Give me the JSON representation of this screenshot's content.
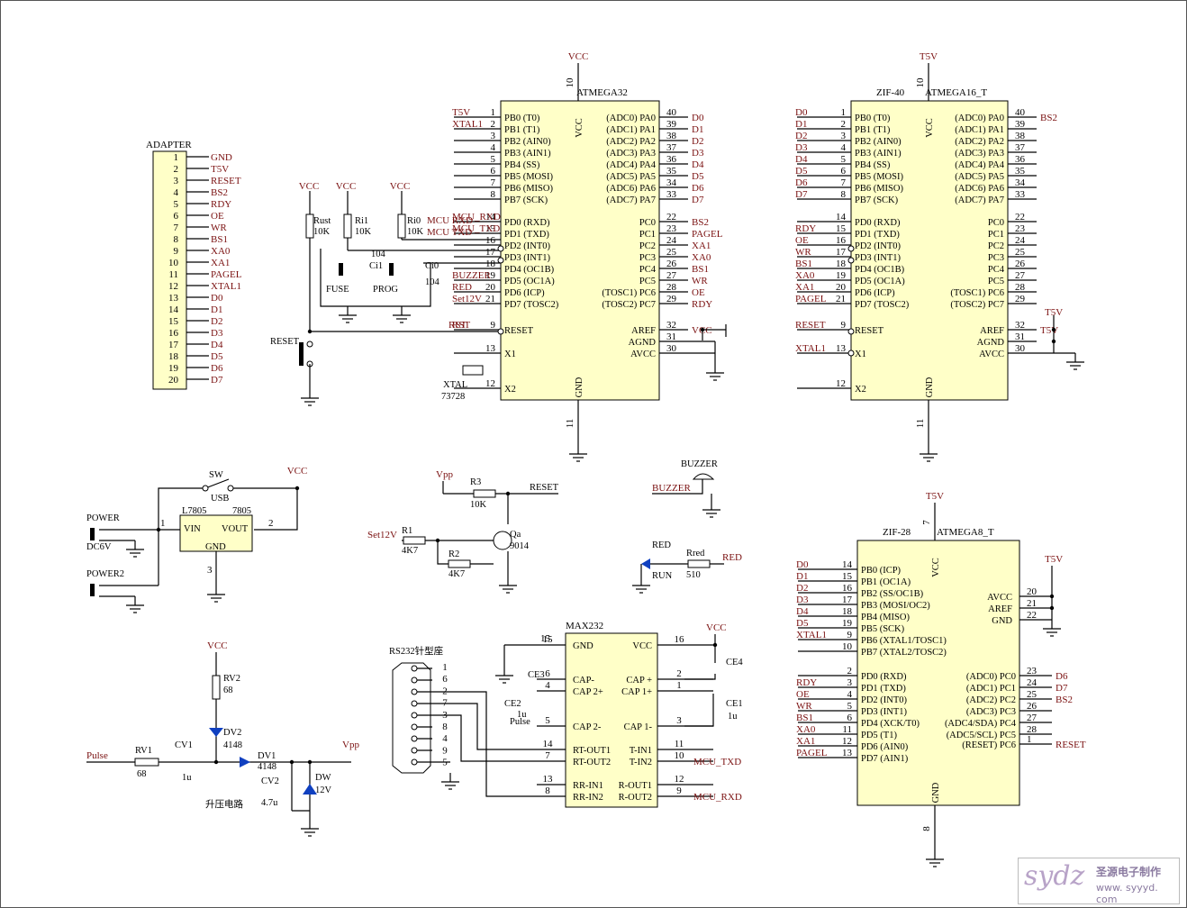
{
  "adapter": {
    "title": "ADAPTER",
    "pins": [
      {
        "n": "1",
        "s": "GND"
      },
      {
        "n": "2",
        "s": "T5V"
      },
      {
        "n": "3",
        "s": "RESET"
      },
      {
        "n": "4",
        "s": "BS2"
      },
      {
        "n": "5",
        "s": "RDY"
      },
      {
        "n": "6",
        "s": "OE"
      },
      {
        "n": "7",
        "s": "WR"
      },
      {
        "n": "8",
        "s": "BS1"
      },
      {
        "n": "9",
        "s": "XA0"
      },
      {
        "n": "10",
        "s": "XA1"
      },
      {
        "n": "11",
        "s": "PAGEL"
      },
      {
        "n": "12",
        "s": "XTAL1"
      },
      {
        "n": "13",
        "s": "D0"
      },
      {
        "n": "14",
        "s": "D1"
      },
      {
        "n": "15",
        "s": "D2"
      },
      {
        "n": "16",
        "s": "D3"
      },
      {
        "n": "17",
        "s": "D4"
      },
      {
        "n": "18",
        "s": "D5"
      },
      {
        "n": "19",
        "s": "D6"
      },
      {
        "n": "20",
        "s": "D7"
      }
    ]
  },
  "atmega32": {
    "title": "ATMEGA32",
    "vcc_pin": "10",
    "vcc": "VCC",
    "vcc_label": "VCC",
    "gnd_label": "GND",
    "gnd_pin": "11",
    "left": [
      {
        "n": "1",
        "l": "PB0 (T0)",
        "s": "T5V"
      },
      {
        "n": "2",
        "l": "PB1 (T1)",
        "s": "XTAL1"
      },
      {
        "n": "3",
        "l": "PB2 (AIN0)",
        "s": ""
      },
      {
        "n": "4",
        "l": "PB3 (AIN1)",
        "s": ""
      },
      {
        "n": "5",
        "l": "PB4 (SS)",
        "s": ""
      },
      {
        "n": "6",
        "l": "PB5 (MOSI)",
        "s": ""
      },
      {
        "n": "7",
        "l": "PB6 (MISO)",
        "s": ""
      },
      {
        "n": "8",
        "l": "PB7 (SCK)",
        "s": ""
      },
      {
        "n": "14",
        "l": "PD0 (RXD)",
        "s": "MCU_RXD"
      },
      {
        "n": "15",
        "l": "PD1 (TXD)",
        "s": "MCU_TXD"
      },
      {
        "n": "16",
        "l": "PD2 (INT0)",
        "s": ""
      },
      {
        "n": "17",
        "l": "PD3 (INT1)",
        "s": ""
      },
      {
        "n": "18",
        "l": "PD4 (OC1B)",
        "s": ""
      },
      {
        "n": "19",
        "l": "PD5 (OC1A)",
        "s": "BUZZER"
      },
      {
        "n": "20",
        "l": "PD6 (ICP)",
        "s": "RED"
      },
      {
        "n": "21",
        "l": "PD7 (TOSC2)",
        "s": "Set12V"
      },
      {
        "n": "9",
        "l": "RESET",
        "s": "RST"
      },
      {
        "n": "13",
        "l": "X1",
        "s": ""
      },
      {
        "n": "12",
        "l": "X2",
        "s": ""
      }
    ],
    "right": [
      {
        "n": "40",
        "l": "(ADC0) PA0",
        "s": "D0"
      },
      {
        "n": "39",
        "l": "(ADC1) PA1",
        "s": "D1"
      },
      {
        "n": "38",
        "l": "(ADC2) PA2",
        "s": "D2"
      },
      {
        "n": "37",
        "l": "(ADC3) PA3",
        "s": "D3"
      },
      {
        "n": "36",
        "l": "(ADC4) PA4",
        "s": "D4"
      },
      {
        "n": "35",
        "l": "(ADC5) PA5",
        "s": "D5"
      },
      {
        "n": "34",
        "l": "(ADC6) PA6",
        "s": "D6"
      },
      {
        "n": "33",
        "l": "(ADC7) PA7",
        "s": "D7"
      },
      {
        "n": "22",
        "l": "PC0",
        "s": "BS2"
      },
      {
        "n": "23",
        "l": "PC1",
        "s": "PAGEL"
      },
      {
        "n": "24",
        "l": "PC2",
        "s": "XA1"
      },
      {
        "n": "25",
        "l": "PC3",
        "s": "XA0"
      },
      {
        "n": "26",
        "l": "PC4",
        "s": "BS1"
      },
      {
        "n": "27",
        "l": "PC5",
        "s": "WR"
      },
      {
        "n": "28",
        "l": "(TOSC1) PC6",
        "s": "OE"
      },
      {
        "n": "29",
        "l": "(TOSC2) PC7",
        "s": "RDY"
      },
      {
        "n": "32",
        "l": "AREF",
        "s": "VCC"
      },
      {
        "n": "31",
        "l": "AGND",
        "s": ""
      },
      {
        "n": "30",
        "l": "AVCC",
        "s": ""
      }
    ]
  },
  "atmega16": {
    "title": "ATMEGA16_T",
    "zif": "ZIF-40",
    "vcc_pin": "10",
    "vcc": "T5V",
    "vcc_label": "VCC",
    "gnd_label": "GND",
    "gnd_pin": "11",
    "left": [
      {
        "n": "1",
        "l": "PB0 (T0)",
        "s": "D0"
      },
      {
        "n": "2",
        "l": "PB1 (T1)",
        "s": "D1"
      },
      {
        "n": "3",
        "l": "PB2 (AIN0)",
        "s": "D2"
      },
      {
        "n": "4",
        "l": "PB3 (AIN1)",
        "s": "D3"
      },
      {
        "n": "5",
        "l": "PB4 (SS)",
        "s": "D4"
      },
      {
        "n": "6",
        "l": "PB5 (MOSI)",
        "s": "D5"
      },
      {
        "n": "7",
        "l": "PB6 (MISO)",
        "s": "D6"
      },
      {
        "n": "8",
        "l": "PB7 (SCK)",
        "s": "D7"
      },
      {
        "n": "14",
        "l": "PD0 (RXD)",
        "s": ""
      },
      {
        "n": "15",
        "l": "PD1 (TXD)",
        "s": "RDY"
      },
      {
        "n": "16",
        "l": "PD2 (INT0)",
        "s": "OE"
      },
      {
        "n": "17",
        "l": "PD3 (INT1)",
        "s": "WR"
      },
      {
        "n": "18",
        "l": "PD4 (OC1B)",
        "s": "BS1"
      },
      {
        "n": "19",
        "l": "PD5 (OC1A)",
        "s": "XA0"
      },
      {
        "n": "20",
        "l": "PD6 (ICP)",
        "s": "XA1"
      },
      {
        "n": "21",
        "l": "PD7 (TOSC2)",
        "s": "PAGEL"
      },
      {
        "n": "9",
        "l": "RESET",
        "s": "RESET"
      },
      {
        "n": "13",
        "l": "X1",
        "s": "XTAL1"
      },
      {
        "n": "12",
        "l": "X2",
        "s": ""
      }
    ],
    "right": [
      {
        "n": "40",
        "l": "(ADC0) PA0",
        "s": "BS2"
      },
      {
        "n": "39",
        "l": "(ADC1) PA1",
        "s": ""
      },
      {
        "n": "38",
        "l": "(ADC2) PA2",
        "s": ""
      },
      {
        "n": "37",
        "l": "(ADC3) PA3",
        "s": ""
      },
      {
        "n": "36",
        "l": "(ADC4) PA4",
        "s": ""
      },
      {
        "n": "35",
        "l": "(ADC5) PA5",
        "s": ""
      },
      {
        "n": "34",
        "l": "(ADC6) PA6",
        "s": ""
      },
      {
        "n": "33",
        "l": "(ADC7) PA7",
        "s": ""
      },
      {
        "n": "22",
        "l": "PC0",
        "s": ""
      },
      {
        "n": "23",
        "l": "PC1",
        "s": ""
      },
      {
        "n": "24",
        "l": "PC2",
        "s": ""
      },
      {
        "n": "25",
        "l": "PC3",
        "s": ""
      },
      {
        "n": "26",
        "l": "PC4",
        "s": ""
      },
      {
        "n": "27",
        "l": "PC5",
        "s": ""
      },
      {
        "n": "28",
        "l": "(TOSC1) PC6",
        "s": ""
      },
      {
        "n": "29",
        "l": "(TOSC2) PC7",
        "s": ""
      },
      {
        "n": "32",
        "l": "AREF",
        "s": "T5V"
      },
      {
        "n": "31",
        "l": "AGND",
        "s": ""
      },
      {
        "n": "30",
        "l": "AVCC",
        "s": ""
      }
    ]
  },
  "atmega8": {
    "title": "ATMEGA8_T",
    "zif": "ZIF-28",
    "vcc_pin": "7",
    "vcc": "T5V",
    "vcc_label": "VCC",
    "gnd_label": "GND",
    "gnd_pin": "8",
    "left": [
      {
        "n": "14",
        "l": "PB0 (ICP)",
        "s": "D0"
      },
      {
        "n": "15",
        "l": "PB1 (OC1A)",
        "s": "D1"
      },
      {
        "n": "16",
        "l": "PB2 (SS/OC1B)",
        "s": "D2"
      },
      {
        "n": "17",
        "l": "PB3 (MOSI/OC2)",
        "s": "D3"
      },
      {
        "n": "18",
        "l": "PB4 (MISO)",
        "s": "D4"
      },
      {
        "n": "19",
        "l": "PB5 (SCK)",
        "s": "D5"
      },
      {
        "n": "9",
        "l": "PB6 (XTAL1/TOSC1)",
        "s": "XTAL1"
      },
      {
        "n": "10",
        "l": "PB7 (XTAL2/TOSC2)",
        "s": ""
      },
      {
        "n": "2",
        "l": "PD0 (RXD)",
        "s": ""
      },
      {
        "n": "3",
        "l": "PD1 (TXD)",
        "s": "RDY"
      },
      {
        "n": "4",
        "l": "PD2 (INT0)",
        "s": "OE"
      },
      {
        "n": "5",
        "l": "PD3 (INT1)",
        "s": "WR"
      },
      {
        "n": "6",
        "l": "PD4 (XCK/T0)",
        "s": "BS1"
      },
      {
        "n": "11",
        "l": "PD5 (T1)",
        "s": "XA0"
      },
      {
        "n": "12",
        "l": "PD6 (AIN0)",
        "s": "XA1"
      },
      {
        "n": "13",
        "l": "PD7 (AIN1)",
        "s": "PAGEL"
      }
    ],
    "right_top": [
      {
        "n": "20",
        "l": "AVCC",
        "s": "T5V"
      },
      {
        "n": "21",
        "l": "AREF",
        "s": ""
      },
      {
        "n": "22",
        "l": "GND",
        "s": ""
      }
    ],
    "right": [
      {
        "n": "23",
        "l": "(ADC0) PC0",
        "s": "D6"
      },
      {
        "n": "24",
        "l": "(ADC1) PC1",
        "s": "D7"
      },
      {
        "n": "25",
        "l": "(ADC2) PC2",
        "s": "BS2"
      },
      {
        "n": "26",
        "l": "(ADC3) PC3",
        "s": ""
      },
      {
        "n": "27",
        "l": "(ADC4/SDA) PC4",
        "s": ""
      },
      {
        "n": "28",
        "l": "(ADC5/SCL) PC5",
        "s": ""
      },
      {
        "n": "1",
        "l": "(RESET) PC6",
        "s": "RESET"
      }
    ]
  },
  "max232": {
    "title": "MAX232",
    "left": [
      {
        "n": "15",
        "l": "GND"
      },
      {
        "n": "6",
        "l": "CAP-"
      },
      {
        "n": "4",
        "l": "CAP 2+"
      },
      {
        "n": "5",
        "l": "CAP 2-"
      },
      {
        "n": "14",
        "l": "RT-OUT1"
      },
      {
        "n": "7",
        "l": "RT-OUT2"
      },
      {
        "n": "13",
        "l": "RR-IN1"
      },
      {
        "n": "8",
        "l": "RR-IN2"
      }
    ],
    "right": [
      {
        "n": "16",
        "l": "VCC",
        "s": "VCC"
      },
      {
        "n": "2",
        "l": "CAP +",
        "s": ""
      },
      {
        "n": "1",
        "l": "CAP 1+",
        "s": ""
      },
      {
        "n": "3",
        "l": "CAP 1-",
        "s": ""
      },
      {
        "n": "11",
        "l": "T-IN1",
        "s": ""
      },
      {
        "n": "10",
        "l": "T-IN2",
        "s": "MCU_TXD"
      },
      {
        "n": "12",
        "l": "R-OUT1",
        "s": ""
      },
      {
        "n": "9",
        "l": "R-OUT2",
        "s": "MCU_RXD"
      }
    ]
  },
  "labels": {
    "vcc": "VCC",
    "t5v": "T5V",
    "vpp": "Vpp",
    "reset": "RESET",
    "rst": "RST",
    "gnd": "GND",
    "rust": "Rust",
    "ri1": "Ri1",
    "ri0": "Ri0",
    "10k": "10K",
    "c104": "104",
    "ci1": "Ci1",
    "ci0": "Ci0",
    "fuse": "FUSE",
    "prog": "PROG",
    "xtal": "XTAL",
    "xtal_val": "73728",
    "sw": "SW",
    "usb": "USB",
    "l7805": "L7805",
    "v7805": "7805",
    "vin": "VIN",
    "vout": "VOUT",
    "power": "POWER",
    "dc6v": "DC6V",
    "power2": "POWER2",
    "r3": "R3",
    "r1": "R1",
    "r2": "R2",
    "4k7": "4K7",
    "qa": "Qa",
    "q9014": "9014",
    "set12v": "Set12V",
    "buzzer": "BUZZER",
    "red": "RED",
    "run": "RUN",
    "rred": "Rred",
    "r510": "510",
    "rs232": "RS232针型座",
    "ce1": "CE1",
    "ce2": "CE2",
    "ce3": "CE3",
    "ce4": "CE4",
    "cap1u": "1u",
    "pulse": "Pulse",
    "rv1": "RV1",
    "rv2": "RV2",
    "r68": "68",
    "cv1": "CV1",
    "cv2": "CV2",
    "cv2_val": "4.7u",
    "dv1": "DV1",
    "dv2": "DV2",
    "d4148": "4148",
    "dw": "DW",
    "dw_val": "12V",
    "boost": "升压电路"
  },
  "watermark": {
    "logo": "sydz",
    "cn": "圣源电子制作",
    "url": "www. syyyd. com"
  }
}
